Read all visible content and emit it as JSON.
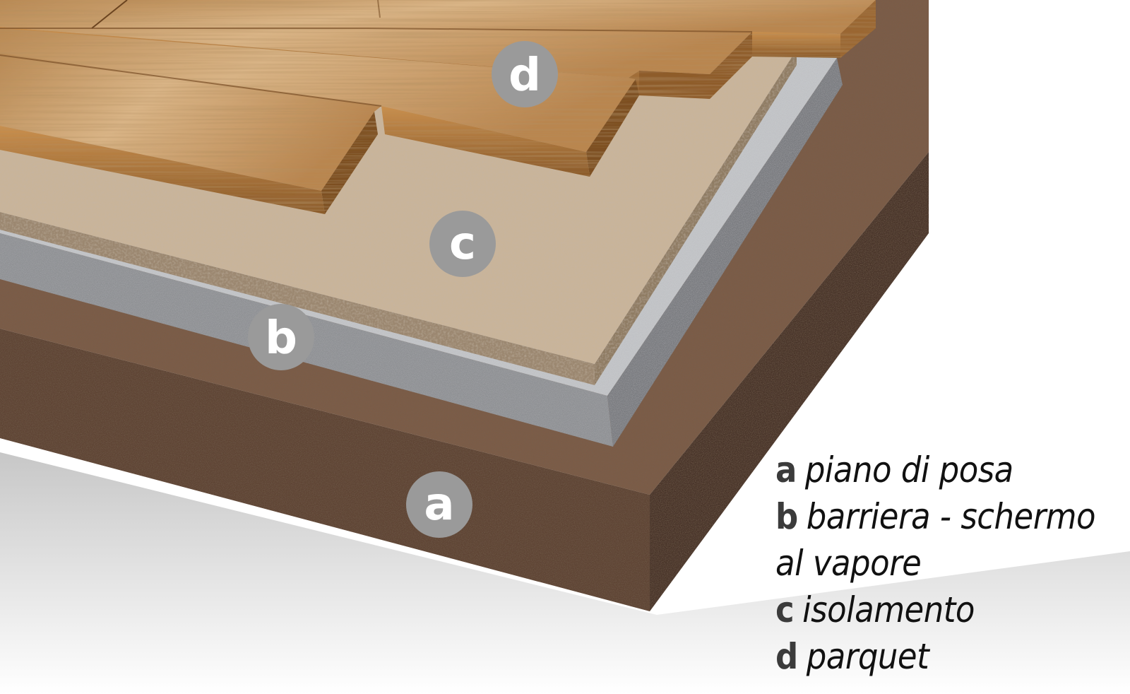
{
  "badges": [
    {
      "letter": "a",
      "layer": "piano di posa"
    },
    {
      "letter": "b",
      "layer": "barriera - schermo al vapore"
    },
    {
      "letter": "c",
      "layer": "isolamento"
    },
    {
      "letter": "d",
      "layer": "parquet"
    }
  ],
  "legend": {
    "a": {
      "key": "a",
      "text": "piano di posa"
    },
    "b": {
      "key": "b",
      "text": "barriera - schermo"
    },
    "b_cont": {
      "text": "al vapore"
    },
    "c": {
      "key": "c",
      "text": "isolamento"
    },
    "d": {
      "key": "d",
      "text": "parquet"
    }
  },
  "colors": {
    "badge": "#9a9a9a",
    "screed": "#7a5a45",
    "barrier": "#c2c4c6",
    "insulation": "#c7b196",
    "parquet": "#c99a5a"
  }
}
